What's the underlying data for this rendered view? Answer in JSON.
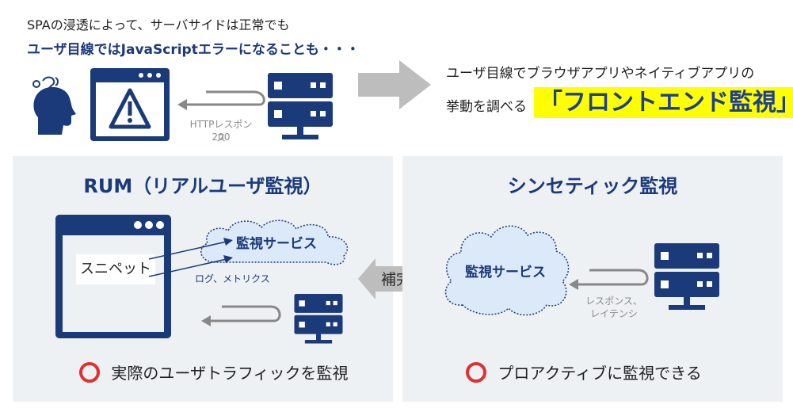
{
  "top": {
    "line1": "SPAの浸透によって、サーバサイドは正常でも",
    "line2": "ユーザ目線ではJavaScriptエラーになることも・・・",
    "http_label": "HTTPレスポンス",
    "http_code": "200",
    "right_line1": "ユーザ目線でブラウザアプリやネイティブアプリの",
    "right_line2_prefix": "挙動を調べる",
    "right_highlight": "「フロントエンド監視」"
  },
  "rum": {
    "title": "RUM（リアルユーザ監視）",
    "cloud_label": "監視サービス",
    "snippet_label": "スニペット",
    "logs_label": "ログ、メトリクス",
    "footer": "実際のユーザトラフィックを監視"
  },
  "center": {
    "complement": "補完"
  },
  "synthetic": {
    "title": "シンセティック監視",
    "cloud_label": "監視サービス",
    "response_line1": "レスポンス、",
    "response_line2": "レイテンシ",
    "footer": "プロアクティブに監視できる"
  },
  "colors": {
    "navy": "#1b3a7a",
    "panel": "#eef1f4",
    "highlight": "#ffff00",
    "circle": "#e03030",
    "cloud": "#dbe9f8"
  },
  "icons": [
    "confused-user-icon",
    "browser-warning-icon",
    "server-icon",
    "arrow-right-icon",
    "cloud-icon",
    "browser-window-icon",
    "double-arrow-icon",
    "ok-circle-icon"
  ]
}
